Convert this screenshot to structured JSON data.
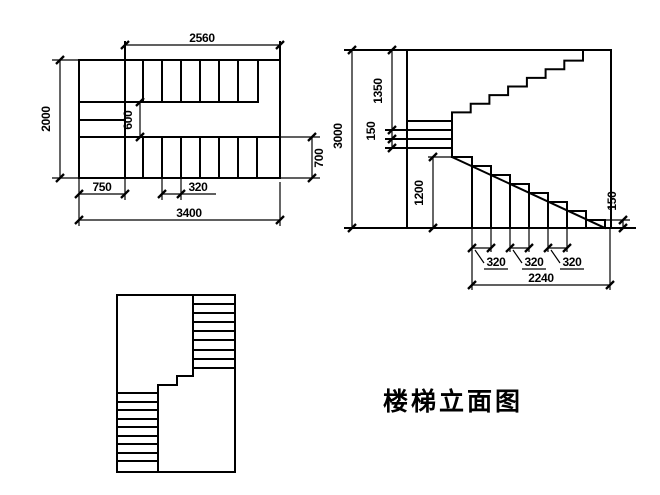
{
  "figure": {
    "background_color": "#ffffff",
    "line_color": "#000000",
    "title_label": "楼梯立面图"
  },
  "plan_top": {
    "dim_top_width": "2560",
    "dim_left_height": "2000",
    "dim_well_width": "600",
    "dim_right_flight_width": "700",
    "dim_bottom_left": "750",
    "dim_tread": "320",
    "dim_total_width": "3400"
  },
  "elevation": {
    "dim_total_height": "3000",
    "dim_upper_height": "1350",
    "dim_landing_step": "150",
    "dim_lower_height": "1200",
    "dim_tread_1": "320",
    "dim_tread_2": "320",
    "dim_tread_3": "320",
    "dim_flight_run": "2240",
    "dim_last_riser": "150"
  }
}
